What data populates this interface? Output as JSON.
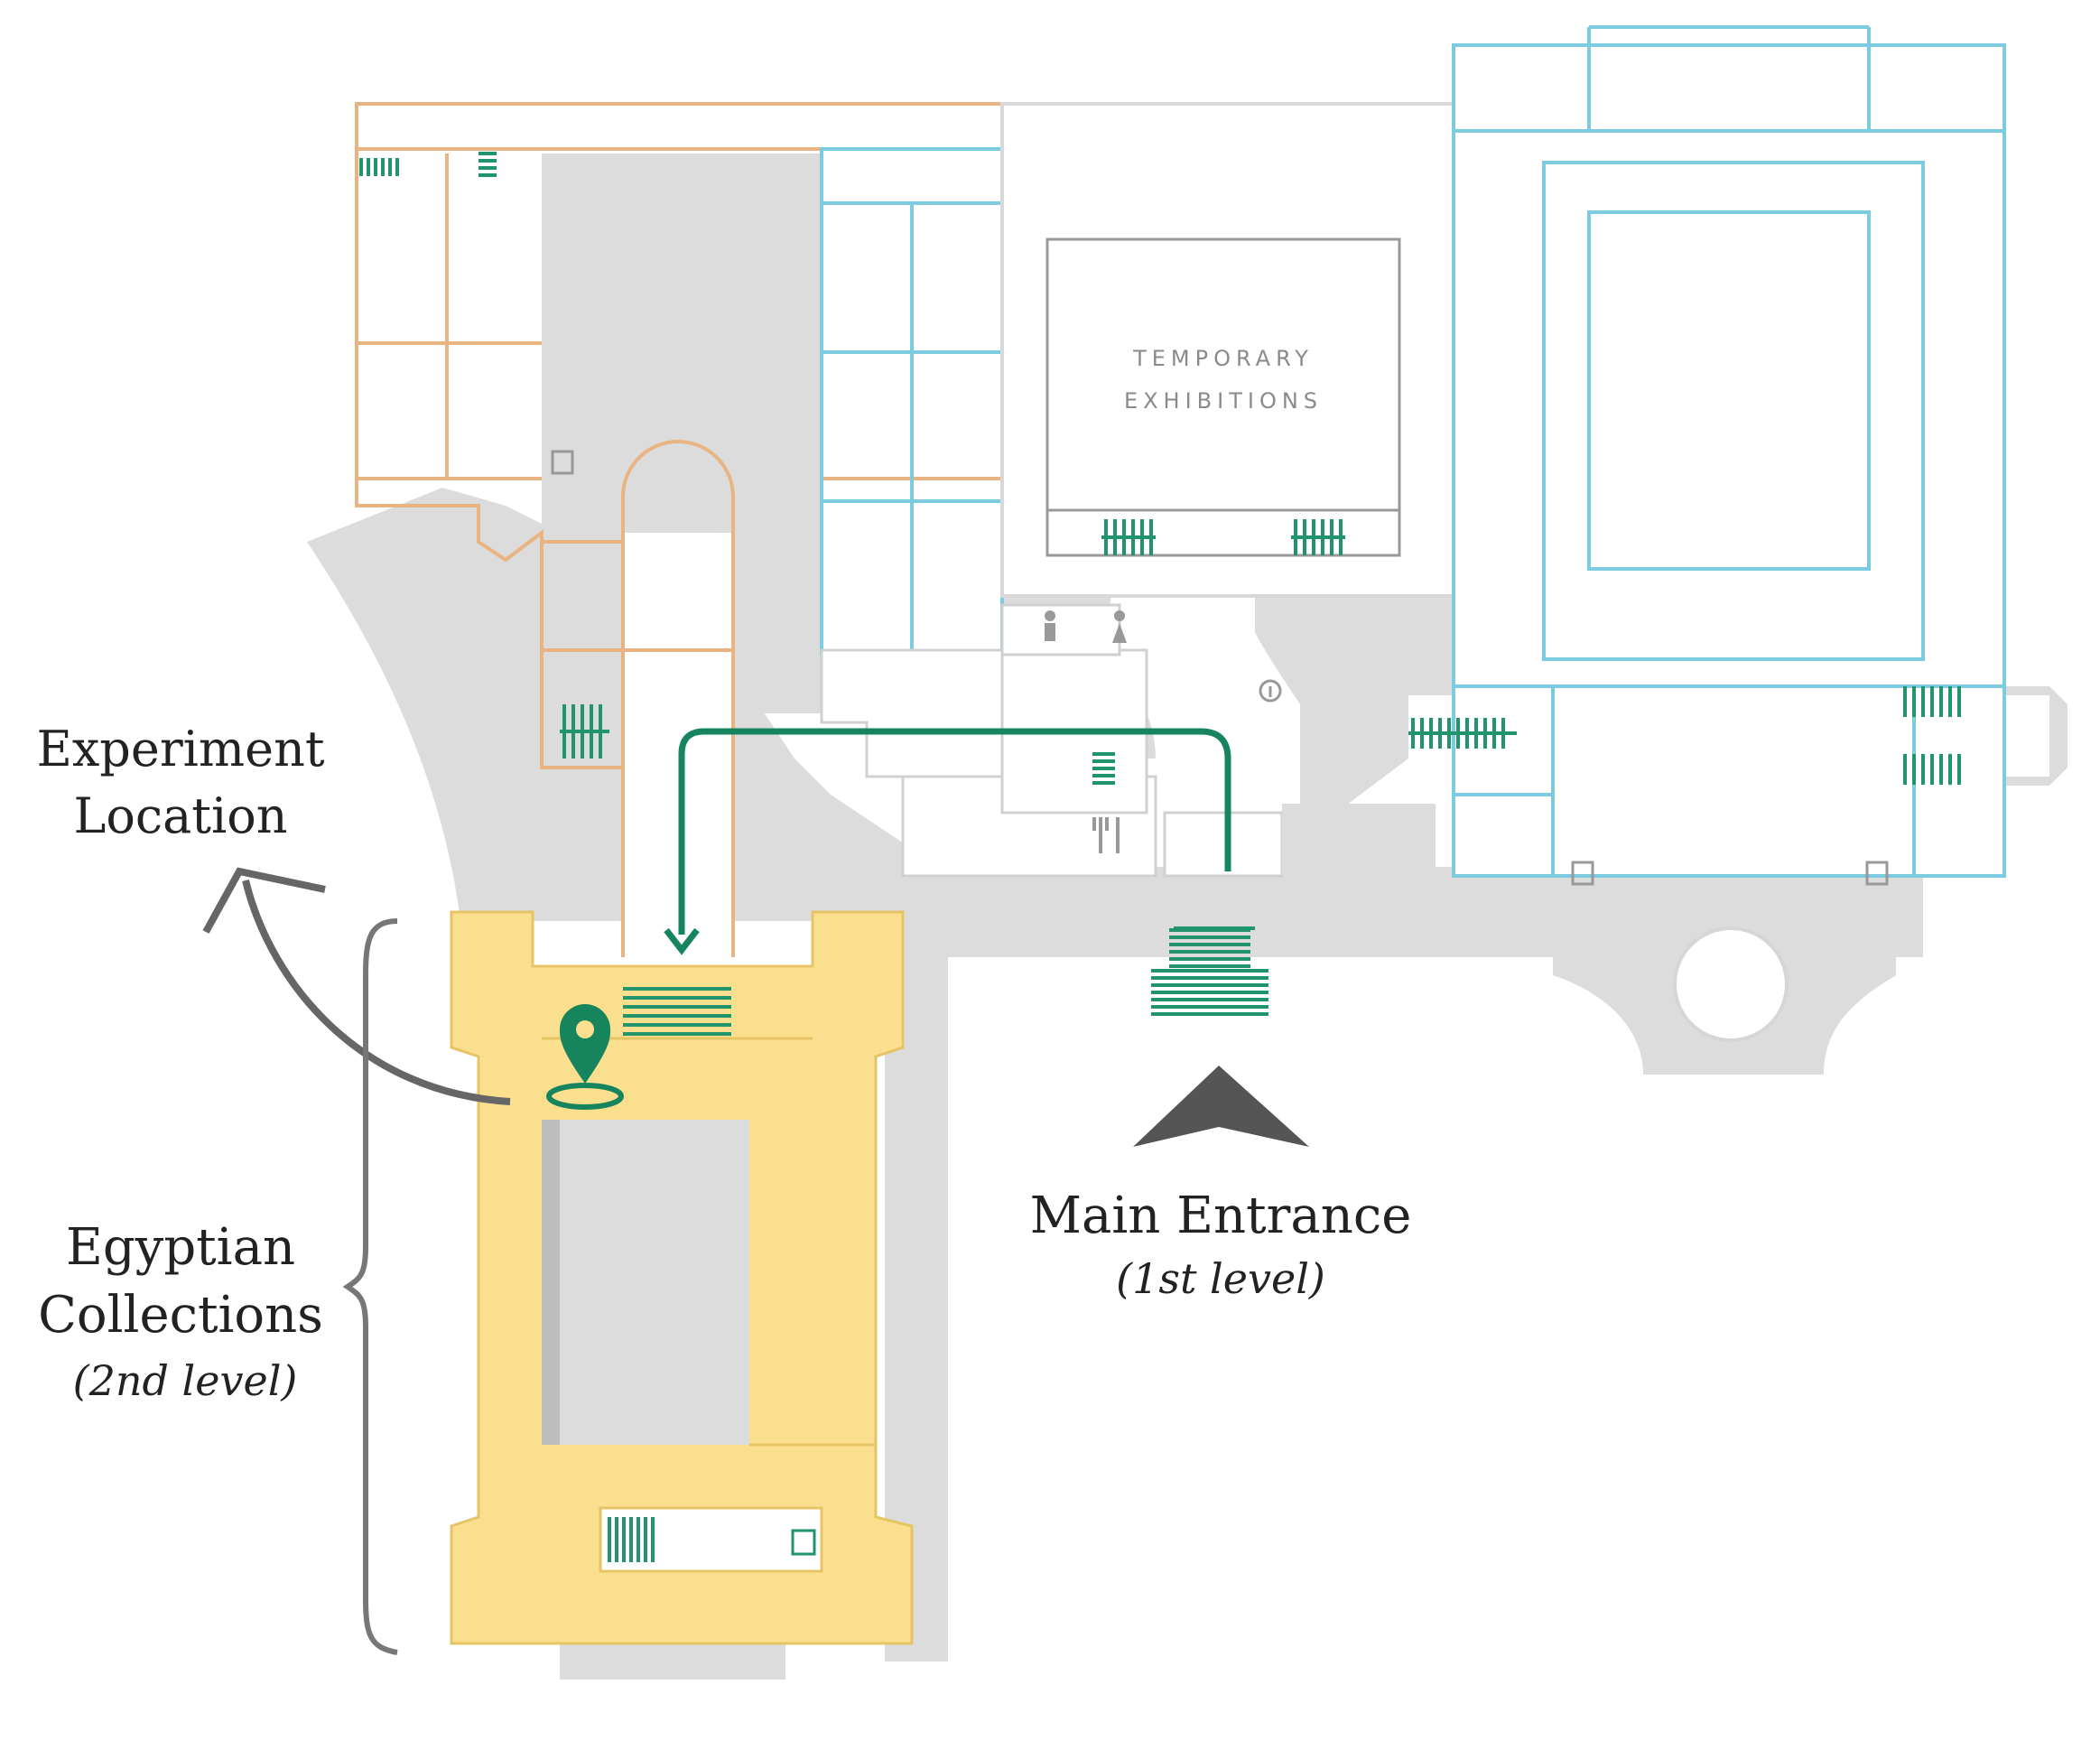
{
  "labels": {
    "experiment_line1": "Experiment",
    "experiment_line2": "Location",
    "main_entrance": "Main Entrance",
    "main_entrance_level": "(1st level)",
    "egyptian_line1": "Egyptian",
    "egyptian_line2": "Collections",
    "egyptian_level": "(2nd level)",
    "temporary_line1": "TEMPORARY",
    "temporary_line2": "EXHIBITIONS"
  },
  "colors": {
    "egyptian_wing": "#f9df8e",
    "route": "#16855e",
    "outdoor": "#dcdcdc",
    "orange_walls": "#e8b482",
    "blue_walls": "#7ccbe0",
    "stairs": "#22946b",
    "annotation_arrow": "#666666"
  },
  "icons": [
    "location-pin-icon",
    "restroom-icon",
    "elevator-icon",
    "restaurant-icon",
    "info-icon",
    "stairs-icon"
  ]
}
